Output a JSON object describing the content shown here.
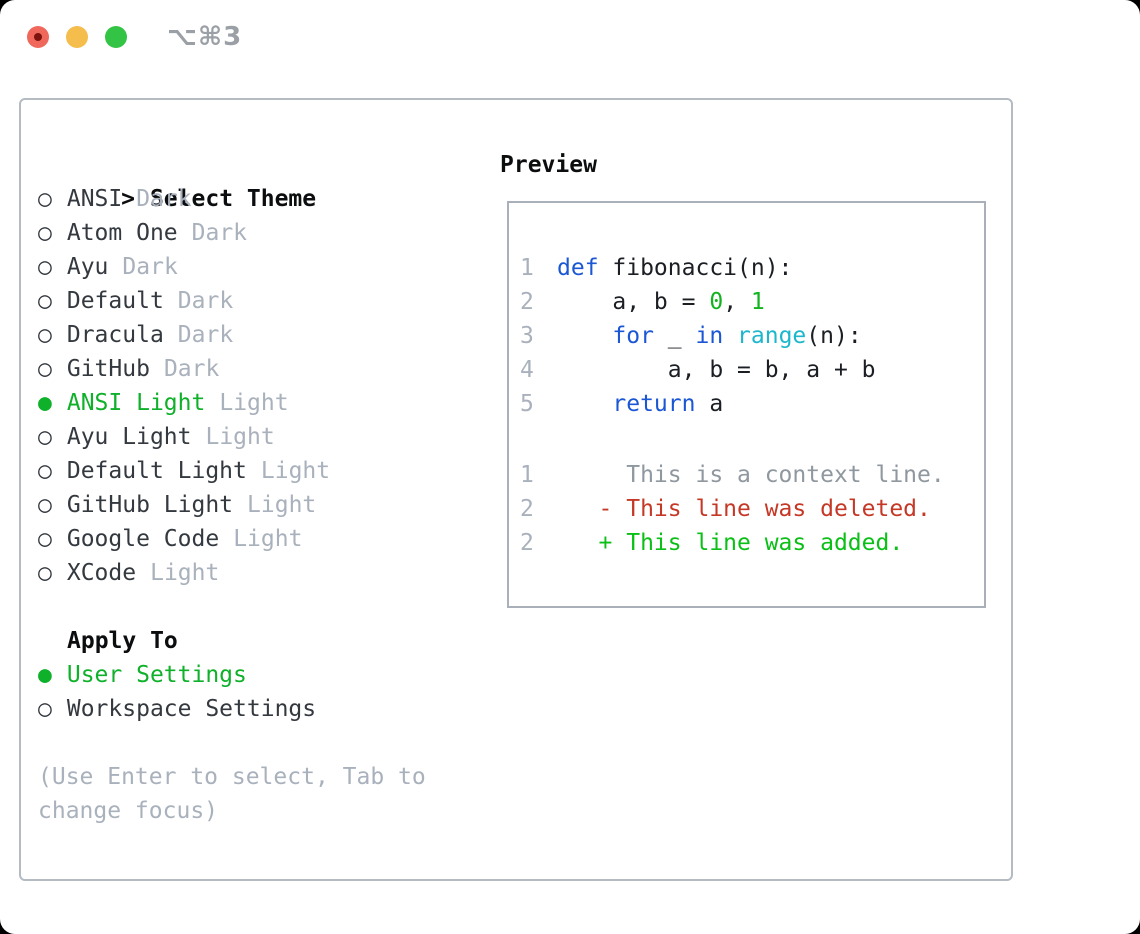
{
  "titlebar": {
    "shortcut_label": "⌥⌘3"
  },
  "theme_list": {
    "title": "Select Theme",
    "cursor": ">",
    "selected_marker": "●",
    "unselected_marker": "○",
    "items": [
      {
        "name": "ANSI",
        "tag": "Dark",
        "selected": false
      },
      {
        "name": "Atom One",
        "tag": "Dark",
        "selected": false
      },
      {
        "name": "Ayu",
        "tag": "Dark",
        "selected": false
      },
      {
        "name": "Default",
        "tag": "Dark",
        "selected": false
      },
      {
        "name": "Dracula",
        "tag": "Dark",
        "selected": false
      },
      {
        "name": "GitHub",
        "tag": "Dark",
        "selected": false
      },
      {
        "name": "ANSI Light",
        "tag": "Light",
        "selected": true
      },
      {
        "name": "Ayu Light",
        "tag": "Light",
        "selected": false
      },
      {
        "name": "Default Light",
        "tag": "Light",
        "selected": false
      },
      {
        "name": "GitHub Light",
        "tag": "Light",
        "selected": false
      },
      {
        "name": "Google Code",
        "tag": "Light",
        "selected": false
      },
      {
        "name": "XCode",
        "tag": "Light",
        "selected": false
      }
    ]
  },
  "apply_to": {
    "title": "Apply To",
    "options": [
      {
        "name": "User Settings",
        "selected": true
      },
      {
        "name": "Workspace Settings",
        "selected": false
      }
    ]
  },
  "hint_lines": [
    "(Use Enter to select, Tab to",
    "change focus)"
  ],
  "preview": {
    "title": "Preview",
    "code_lines": [
      {
        "num": "1",
        "segs": [
          {
            "t": "def",
            "c": "kw"
          },
          {
            "t": " fibonacci(n):",
            "c": "pl"
          }
        ]
      },
      {
        "num": "2",
        "segs": [
          {
            "t": "    a, b = ",
            "c": "pl"
          },
          {
            "t": "0",
            "c": "lit"
          },
          {
            "t": ", ",
            "c": "pl"
          },
          {
            "t": "1",
            "c": "lit"
          }
        ]
      },
      {
        "num": "3",
        "segs": [
          {
            "t": "    ",
            "c": "pl"
          },
          {
            "t": "for",
            "c": "kw"
          },
          {
            "t": " _ ",
            "c": "pl"
          },
          {
            "t": "in",
            "c": "kw"
          },
          {
            "t": " ",
            "c": "pl"
          },
          {
            "t": "range",
            "c": "bi"
          },
          {
            "t": "(n):",
            "c": "pl"
          }
        ]
      },
      {
        "num": "4",
        "segs": [
          {
            "t": "        a, b = b, a + b",
            "c": "pl"
          }
        ]
      },
      {
        "num": "5",
        "segs": [
          {
            "t": "    ",
            "c": "pl"
          },
          {
            "t": "return",
            "c": "kw"
          },
          {
            "t": " a",
            "c": "pl"
          }
        ]
      }
    ],
    "diff_lines": [
      {
        "num": "1",
        "segs": [
          {
            "t": "     This is a context line.",
            "c": "ctx"
          }
        ]
      },
      {
        "num": "2",
        "segs": [
          {
            "t": "   - This line was deleted.",
            "c": "del"
          }
        ]
      },
      {
        "num": "2",
        "segs": [
          {
            "t": "   + This line was added.",
            "c": "add"
          }
        ]
      }
    ]
  },
  "colors": {
    "accent_green": "#0fb02a",
    "code_keyword_blue": "#1b57d4",
    "code_builtin_cyan": "#1cb7cc",
    "code_number_green": "#12b31f",
    "diff_added_green": "#0abf16",
    "diff_deleted_red": "#c53826",
    "muted_gray": "#a9b1bc",
    "context_gray": "#8f979f",
    "text_dark": "#34393f",
    "code_plain": "#1b1f24",
    "black": "#0b0d0f",
    "panel_border": "#b4bbc3",
    "preview_border": "#a9b0b9",
    "titlebar_gray": "#9aa0a6",
    "traffic_red": "#f0685c",
    "traffic_red_dot": "#7d120e",
    "traffic_yellow": "#f5bd4c",
    "traffic_green": "#33c445"
  }
}
